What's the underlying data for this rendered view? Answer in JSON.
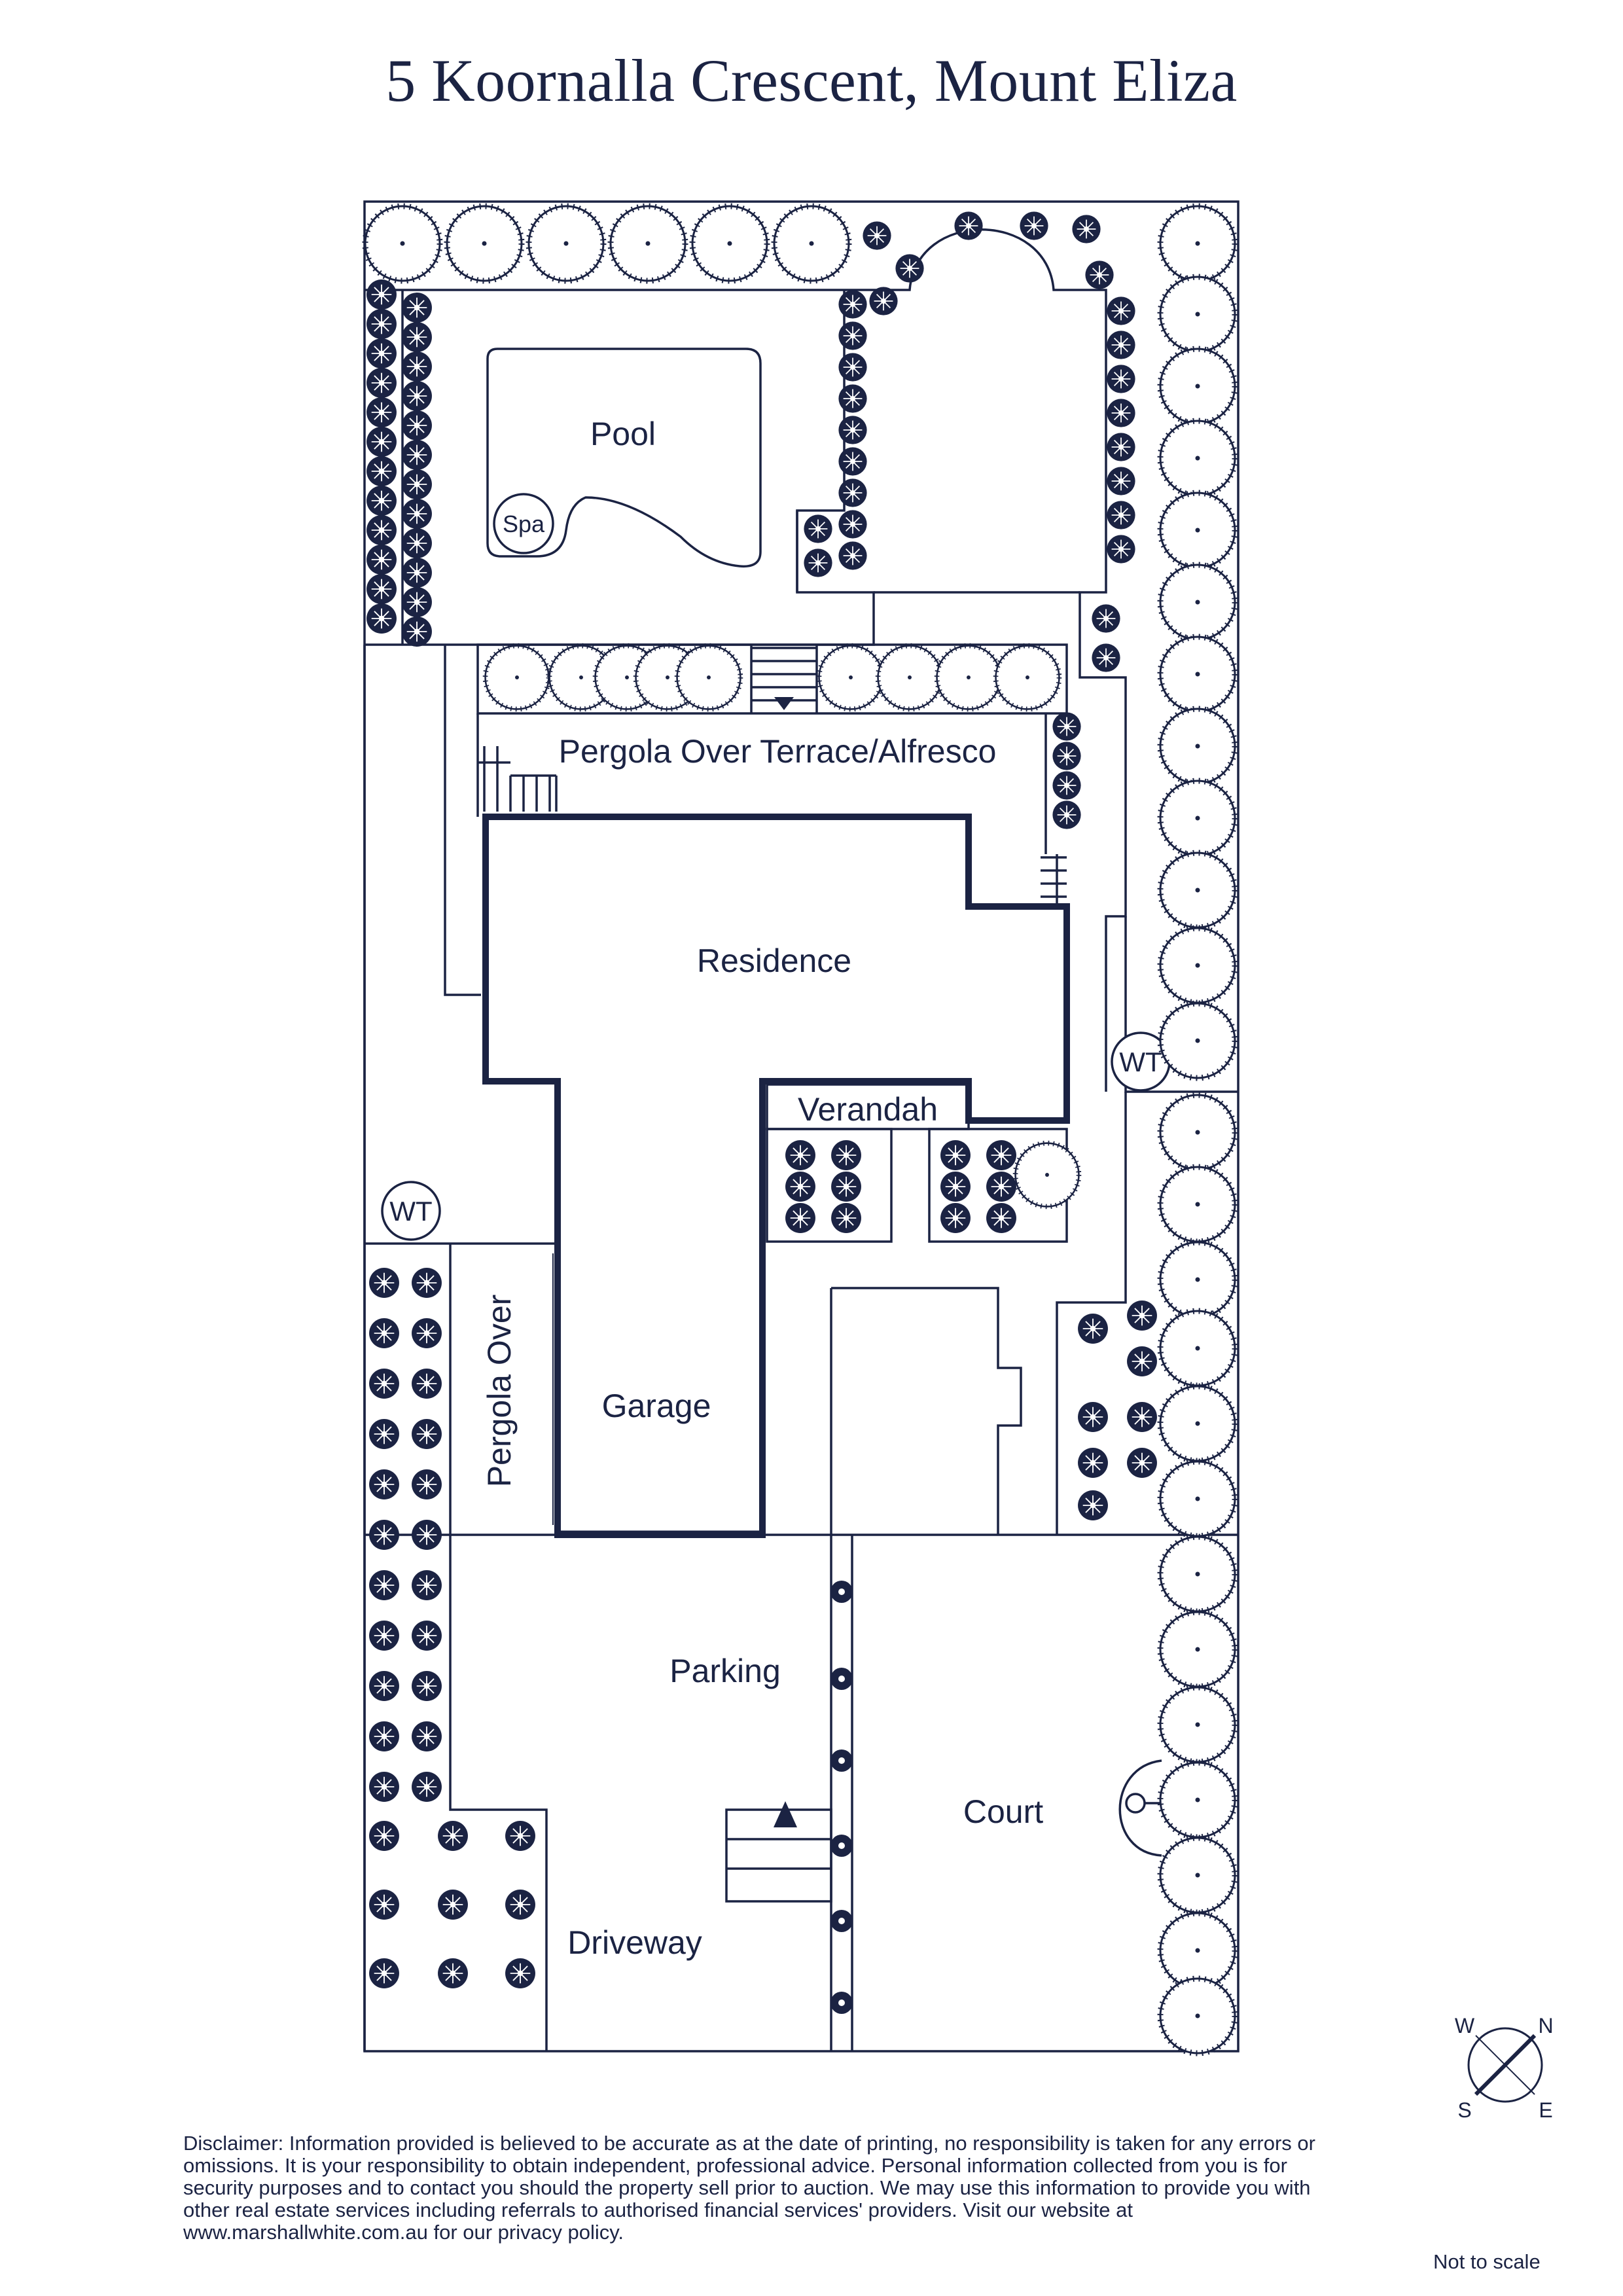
{
  "title": "5 Koornalla Crescent, Mount Eliza",
  "labels": {
    "pool": "Pool",
    "spa": "Spa",
    "pergola_terrace": "Pergola Over Terrace/Alfresco",
    "residence": "Residence",
    "verandah": "Verandah",
    "water_tank_east": "WT",
    "water_tank_west": "WT",
    "pergola_over": "Pergola Over",
    "garage": "Garage",
    "parking": "Parking",
    "court": "Court",
    "driveway": "Driveway"
  },
  "compass": {
    "w": "W",
    "n": "N",
    "s": "S",
    "e": "E"
  },
  "disclaimer": "Disclaimer: Information provided is believed to be accurate as at the date of printing, no responsibility is taken for any errors or omissions. It is your responsibility to obtain independent, professional advice. Personal information collected from you is for security purposes and to contact you should the property sell prior to auction. We may use this information to provide you with other real estate services including referrals to authorised financial services' providers. Visit our website at www.marshallwhite.com.au for our privacy policy.",
  "scale_note": "Not to scale",
  "colors": {
    "ink": "#1b2343",
    "background": "#ffffff"
  }
}
